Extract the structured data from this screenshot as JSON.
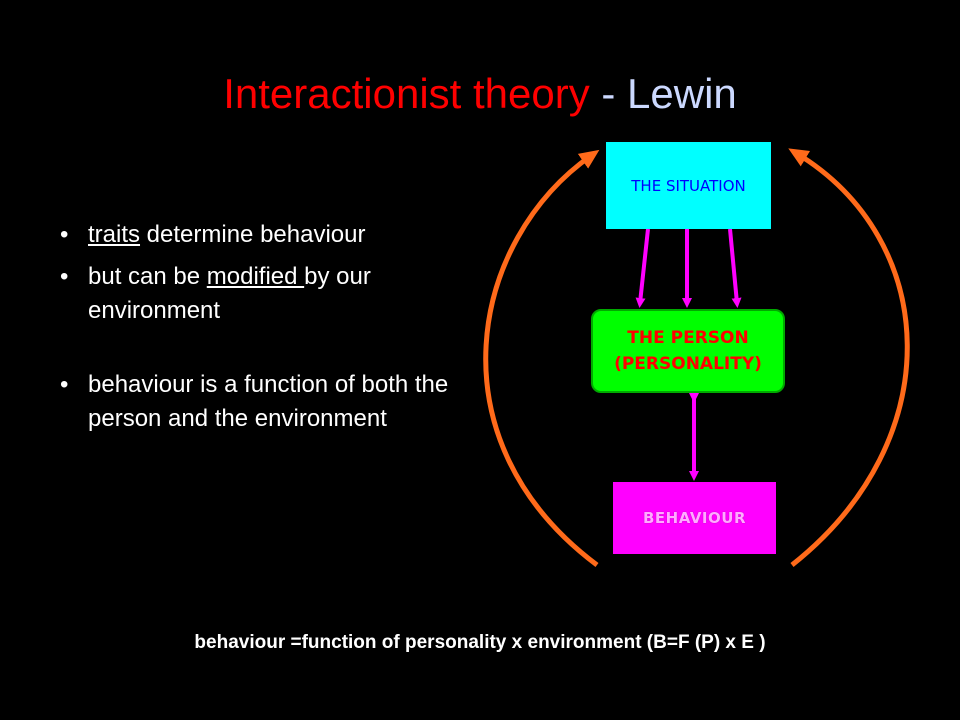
{
  "title": {
    "part1": "Interactionist theory",
    "part2": " - Lewin",
    "color1": "#ff0000",
    "color2": "#ccd9ff"
  },
  "bullets": [
    {
      "underlined": "traits",
      "rest": " determine behaviour"
    },
    {
      "before": "but can be ",
      "underlined": "modified ",
      "after": "by our environment"
    },
    {
      "text": "behaviour is a function of both the person and the environment"
    }
  ],
  "bullet_glyph": "•",
  "diagram": {
    "situation": "THE SITUATION",
    "person_line1": "THE PERSON",
    "person_line2": "(PERSONALITY)",
    "behaviour": "BEHAVIOUR",
    "colors": {
      "situation_fill": "#00ffff",
      "person_fill": "#00ff00",
      "behaviour_fill": "#ff00ff",
      "arrow_inner": "#ff00ff",
      "arrow_outer": "#ff6a1a"
    }
  },
  "formula": "behaviour =function of personality  x environment  (B=F (P) x E )"
}
